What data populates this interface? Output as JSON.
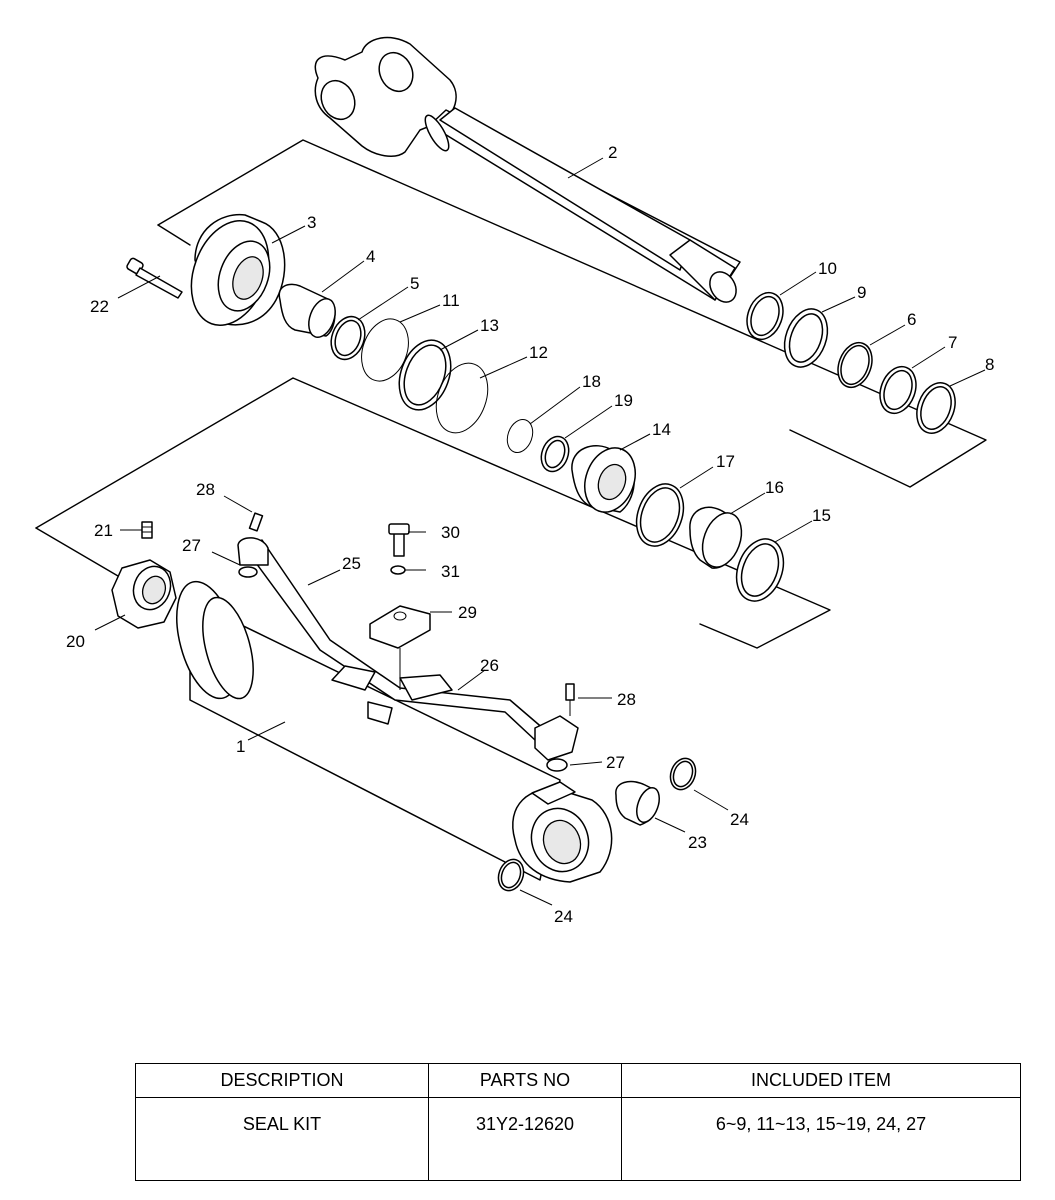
{
  "labels": {
    "n1": "1",
    "n2": "2",
    "n3": "3",
    "n4": "4",
    "n5": "5",
    "n6": "6",
    "n7": "7",
    "n8": "8",
    "n9": "9",
    "n10": "10",
    "n11": "11",
    "n12": "12",
    "n13": "13",
    "n14": "14",
    "n15": "15",
    "n16": "16",
    "n17": "17",
    "n18": "18",
    "n19": "19",
    "n20": "20",
    "n21": "21",
    "n22": "22",
    "n23": "23",
    "n24": "24",
    "n25": "25",
    "n26": "26",
    "n27": "27",
    "n28": "28",
    "n29": "29",
    "n30": "30",
    "n31": "31"
  },
  "table": {
    "headers": [
      "DESCRIPTION",
      "PARTS NO",
      "INCLUDED ITEM"
    ],
    "rows": [
      [
        "SEAL KIT",
        "31Y2-12620",
        "6~9, 11~13, 15~19, 24, 27"
      ]
    ]
  }
}
